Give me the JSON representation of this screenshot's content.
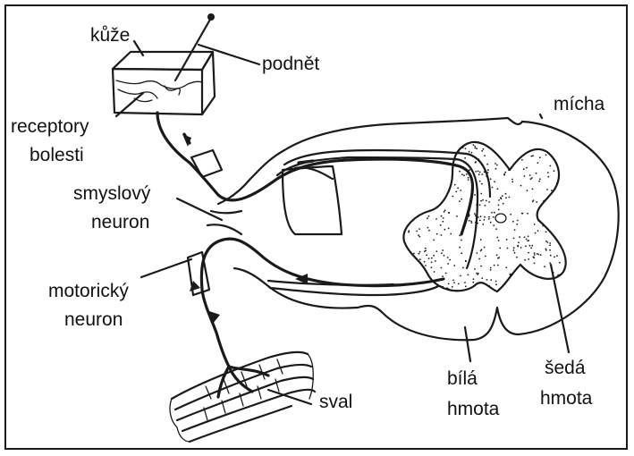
{
  "labels": {
    "skin": "kůže",
    "stimulus": "podnět",
    "receptors_line1": "receptory",
    "receptors_line2": "bolesti",
    "spinal_cord": "mícha",
    "sensory_line1": "smyslový",
    "sensory_line2": "neuron",
    "motor_line1": "motorický",
    "motor_line2": "neuron",
    "muscle": "sval",
    "white_line1": "bílá",
    "white_line2": "hmota",
    "grey_line1": "šedá",
    "grey_line2": "hmota"
  },
  "colors": {
    "ink": "#1a1a1a",
    "paper": "#ffffff"
  }
}
